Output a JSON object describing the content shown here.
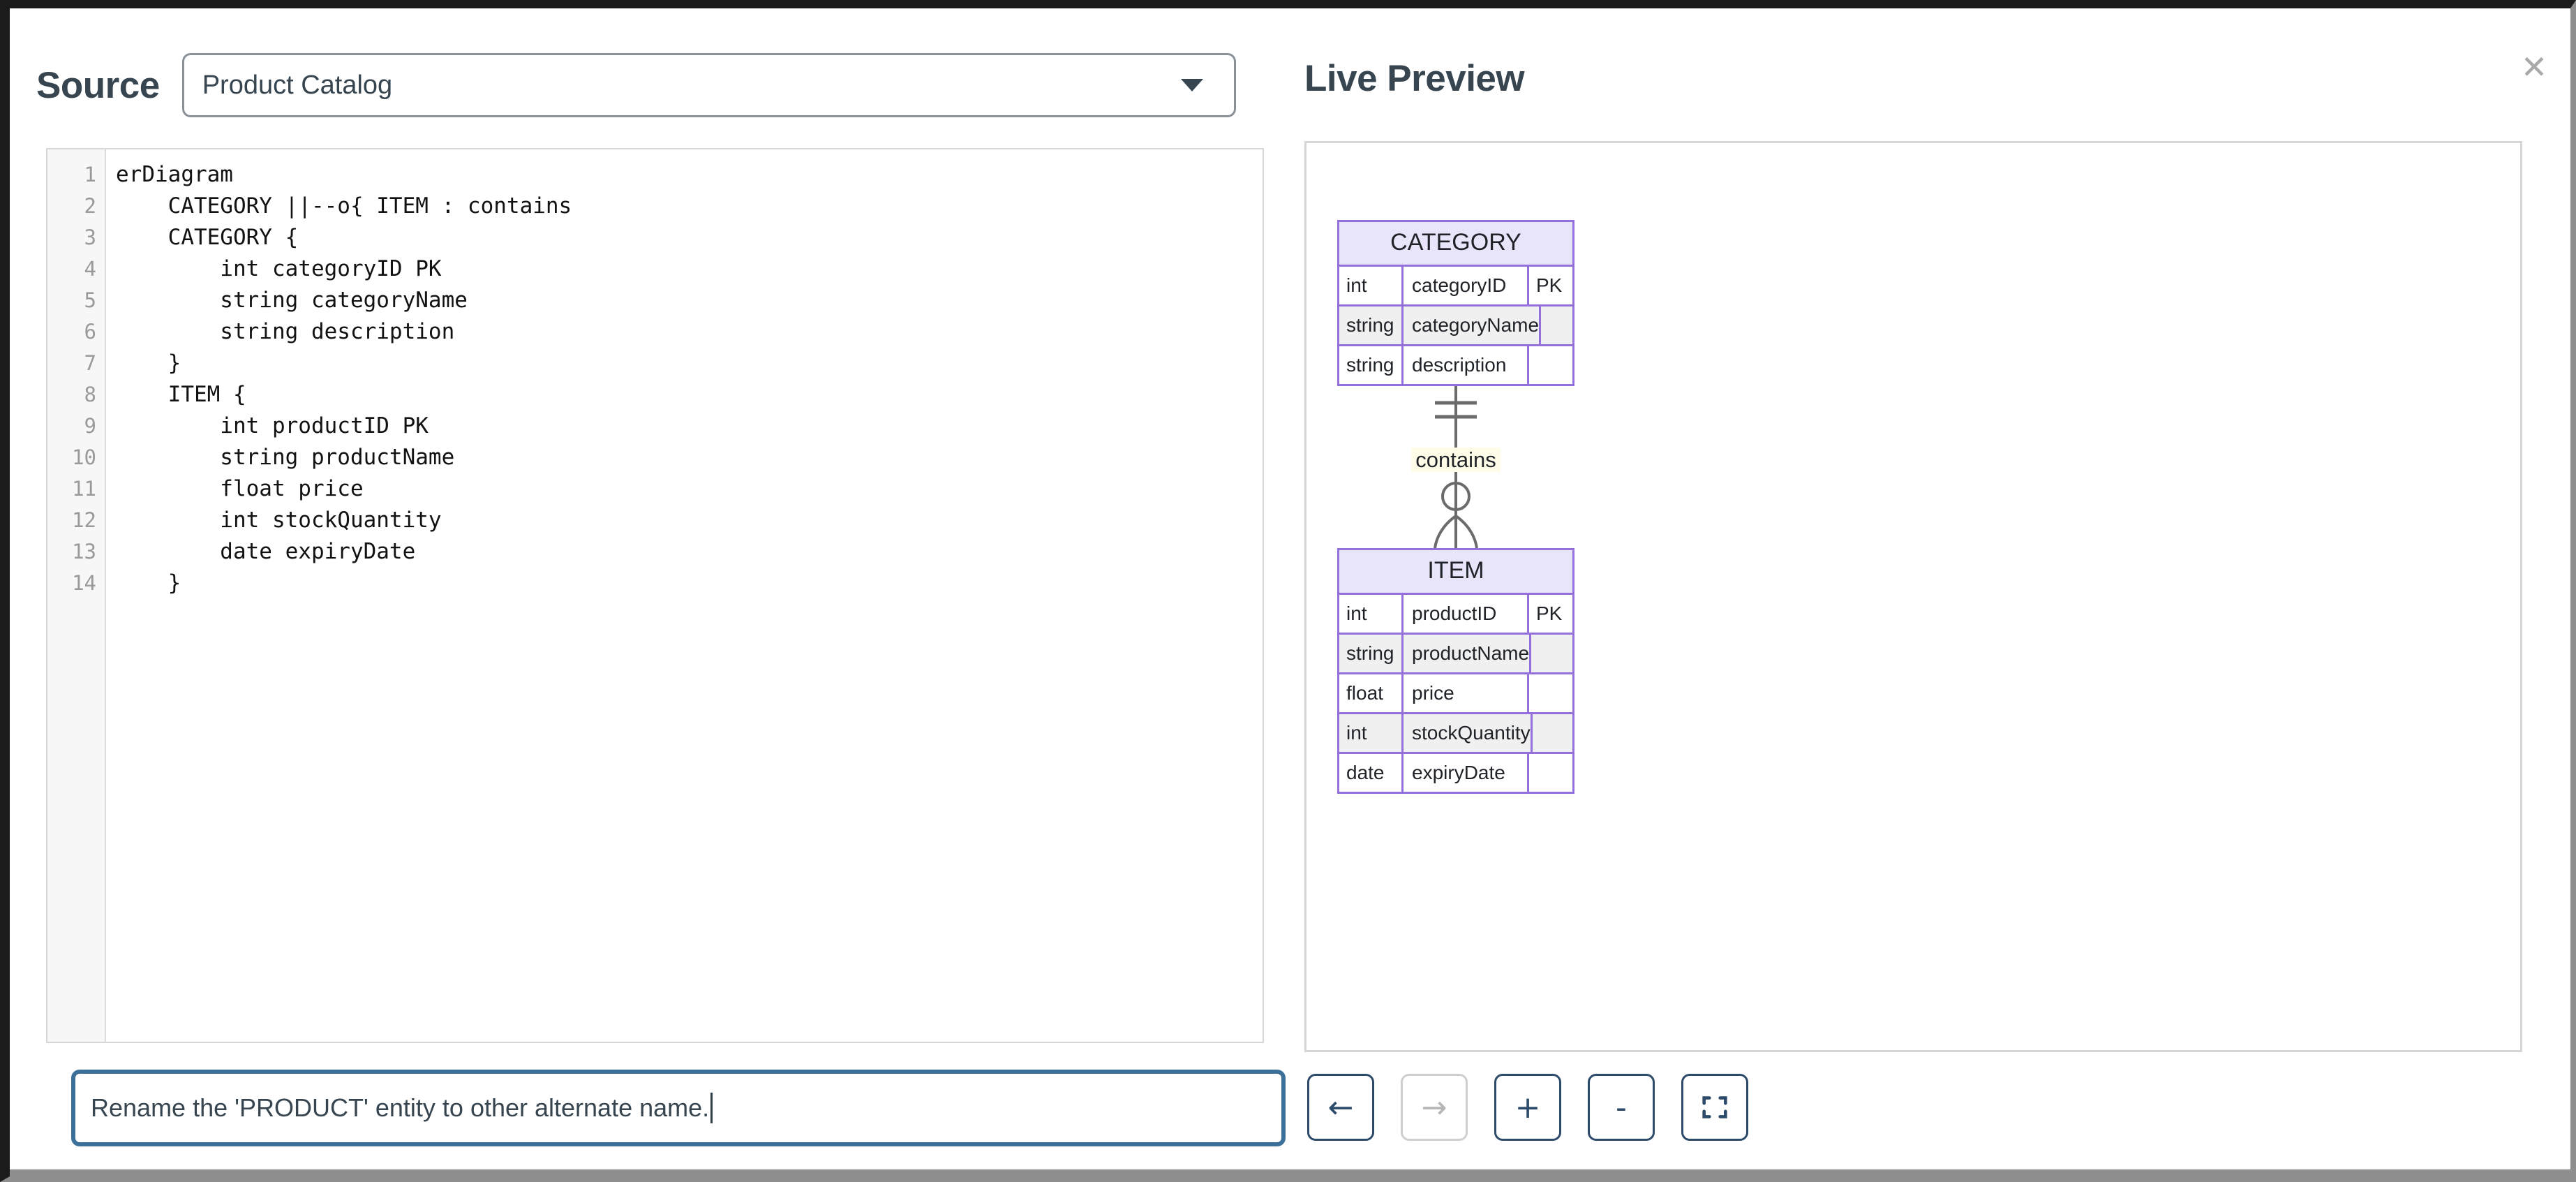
{
  "window": {
    "close_icon": "close-icon",
    "close_glyph": "✕"
  },
  "source": {
    "title": "Source",
    "selected_option": "Product Catalog",
    "caret_icon": "chevron-down-icon",
    "code_lines": [
      {
        "n": "1",
        "text": "erDiagram"
      },
      {
        "n": "2",
        "text": "    CATEGORY ||--o{ ITEM : contains"
      },
      {
        "n": "3",
        "text": "    CATEGORY {"
      },
      {
        "n": "4",
        "text": "        int categoryID PK"
      },
      {
        "n": "5",
        "text": "        string categoryName"
      },
      {
        "n": "6",
        "text": "        string description"
      },
      {
        "n": "7",
        "text": "    }"
      },
      {
        "n": "8",
        "text": "    ITEM {"
      },
      {
        "n": "9",
        "text": "        int productID PK"
      },
      {
        "n": "10",
        "text": "        string productName"
      },
      {
        "n": "11",
        "text": "        float price"
      },
      {
        "n": "12",
        "text": "        int stockQuantity"
      },
      {
        "n": "13",
        "text": "        date expiryDate"
      },
      {
        "n": "14",
        "text": "    }"
      }
    ]
  },
  "prompt": {
    "value": "Rename the 'PRODUCT' entity to other alternate name.",
    "placeholder": "Rename the 'PRODUCT' entity to other alternate name."
  },
  "preview": {
    "title": "Live Preview",
    "toolbar": [
      {
        "name": "back-button",
        "icon": "arrow-left-icon",
        "glyph": "←",
        "disabled": false
      },
      {
        "name": "forward-button",
        "icon": "arrow-right-icon",
        "glyph": "→",
        "disabled": true
      },
      {
        "name": "zoom-in-button",
        "icon": "plus-icon",
        "glyph": "+",
        "disabled": false
      },
      {
        "name": "zoom-out-button",
        "icon": "minus-icon",
        "glyph": "-",
        "disabled": false
      },
      {
        "name": "fit-screen-button",
        "icon": "fullscreen-icon",
        "glyph": "",
        "disabled": false
      }
    ]
  },
  "diagram": {
    "type": "er-diagram",
    "accent_color": "#9370db",
    "header_fill": "#e8e5fb",
    "alt_row_fill": "#f0f0f0",
    "entities": [
      {
        "name": "CATEGORY",
        "attributes": [
          {
            "type": "int",
            "name": "categoryID",
            "key": "PK"
          },
          {
            "type": "string",
            "name": "categoryName",
            "key": ""
          },
          {
            "type": "string",
            "name": "description",
            "key": ""
          }
        ]
      },
      {
        "name": "ITEM",
        "attributes": [
          {
            "type": "int",
            "name": "productID",
            "key": "PK"
          },
          {
            "type": "string",
            "name": "productName",
            "key": ""
          },
          {
            "type": "float",
            "name": "price",
            "key": ""
          },
          {
            "type": "int",
            "name": "stockQuantity",
            "key": ""
          },
          {
            "type": "date",
            "name": "expiryDate",
            "key": ""
          }
        ]
      }
    ],
    "relationship": {
      "from": "CATEGORY",
      "to": "ITEM",
      "label": "contains",
      "from_cardinality": "exactly-one",
      "to_cardinality": "zero-or-more",
      "notation": "||--o{"
    }
  }
}
